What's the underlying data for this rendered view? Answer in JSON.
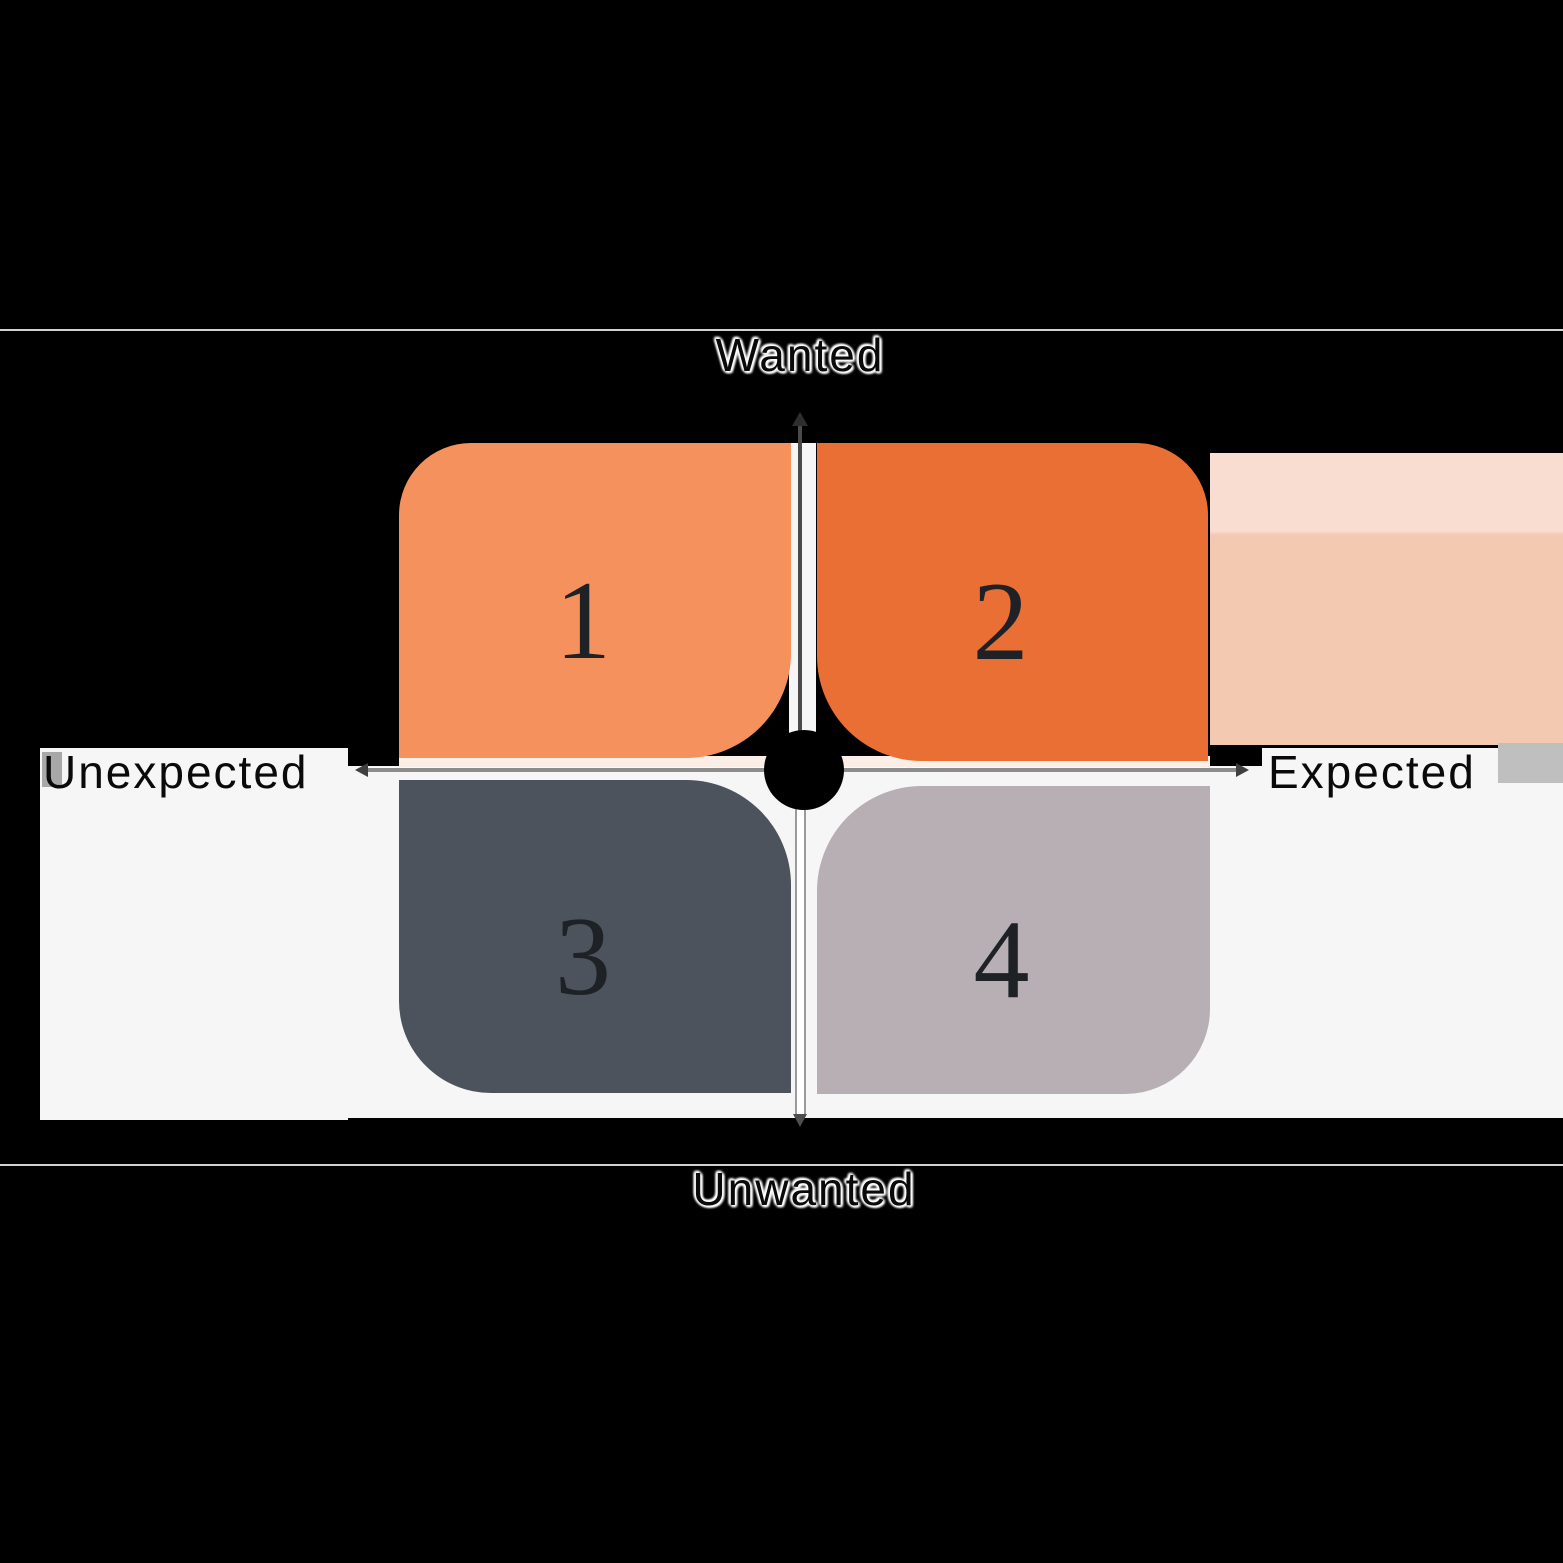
{
  "diagram": {
    "type": "quadrant-matrix",
    "axis_labels": {
      "top": "Wanted",
      "bottom": "Unwanted",
      "left": "Unexpected",
      "right": "Expected"
    },
    "quadrants": [
      {
        "id": 1,
        "label": "1",
        "color": "#F5915C",
        "position": "top-left"
      },
      {
        "id": 2,
        "label": "2",
        "color": "#EA6F34",
        "position": "top-right"
      },
      {
        "id": 3,
        "label": "3",
        "color": "#4C535C",
        "position": "bottom-left"
      },
      {
        "id": 4,
        "label": "4",
        "color": "#B7AFB4",
        "position": "bottom-right"
      }
    ],
    "colors": {
      "background": "#000000",
      "panel": "#F6F6F7",
      "pale_glow": "#F3C9B2",
      "pale_glow_light": "#F8DDD0",
      "axis_gray": "#8C8C8C",
      "origin_dot": "#000000",
      "number_text": "#1E2126",
      "gray_patch_left": "#A8A8A8",
      "gray_patch_right": "#C0BFBF"
    }
  }
}
